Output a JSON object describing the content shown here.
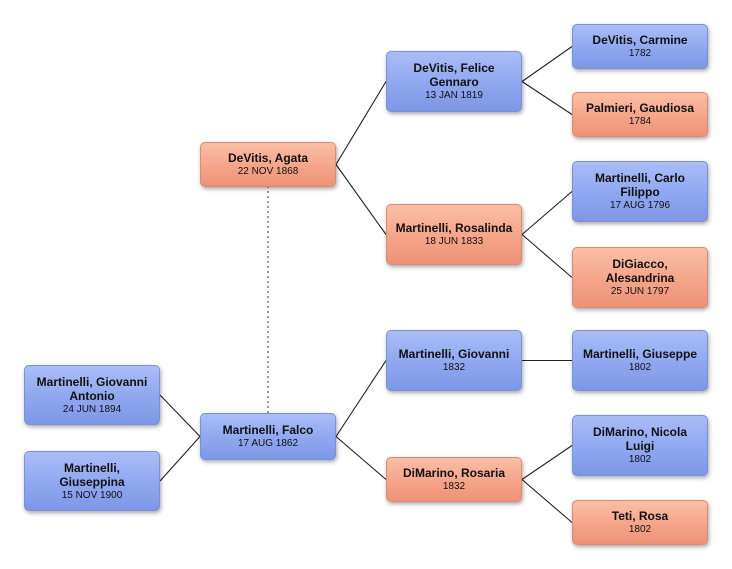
{
  "people": {
    "giovanni_antonio": {
      "name": "Martinelli, Giovanni Antonio",
      "date": "24 JUN 1894",
      "sex": "male"
    },
    "giuseppina": {
      "name": "Martinelli, Giuseppina",
      "date": "15 NOV 1900",
      "sex": "male"
    },
    "falco": {
      "name": "Martinelli, Falco",
      "date": "17 AUG 1862",
      "sex": "male"
    },
    "agata": {
      "name": "DeVitis, Agata",
      "date": "22 NOV 1868",
      "sex": "female"
    },
    "felice": {
      "name": "DeVitis, Felice Gennaro",
      "date": "13 JAN 1819",
      "sex": "male"
    },
    "rosalinda": {
      "name": "Martinelli, Rosalinda",
      "date": "18 JUN 1833",
      "sex": "female"
    },
    "giovanni": {
      "name": "Martinelli, Giovanni",
      "date": "1832",
      "sex": "male"
    },
    "rosaria": {
      "name": "DiMarino, Rosaria",
      "date": "1832",
      "sex": "female"
    },
    "carmine": {
      "name": "DeVitis, Carmine",
      "date": "1782",
      "sex": "male"
    },
    "gaudiosa": {
      "name": "Palmieri, Gaudiosa",
      "date": "1784",
      "sex": "female"
    },
    "carlo": {
      "name": "Martinelli, Carlo Filippo",
      "date": "17 AUG 1796",
      "sex": "male"
    },
    "alesandrina": {
      "name": "DiGiacco, Alesandrina",
      "date": "25 JUN 1797",
      "sex": "female"
    },
    "giuseppe": {
      "name": "Martinelli, Giuseppe",
      "date": "1802",
      "sex": "male"
    },
    "nicola": {
      "name": "DiMarino, Nicola Luigi",
      "date": "1802",
      "sex": "male"
    },
    "rosa": {
      "name": "Teti, Rosa",
      "date": "1802",
      "sex": "female"
    }
  },
  "relations": [
    {
      "from": "giovanni_antonio",
      "to": "falco",
      "kind": "parent"
    },
    {
      "from": "giuseppina",
      "to": "falco",
      "kind": "parent"
    },
    {
      "from": "falco",
      "to": "giovanni",
      "kind": "parent"
    },
    {
      "from": "falco",
      "to": "rosaria",
      "kind": "parent"
    },
    {
      "from": "agata",
      "to": "felice",
      "kind": "parent"
    },
    {
      "from": "agata",
      "to": "rosalinda",
      "kind": "parent"
    },
    {
      "from": "felice",
      "to": "carmine",
      "kind": "parent"
    },
    {
      "from": "felice",
      "to": "gaudiosa",
      "kind": "parent"
    },
    {
      "from": "rosalinda",
      "to": "carlo",
      "kind": "parent"
    },
    {
      "from": "rosalinda",
      "to": "alesandrina",
      "kind": "parent"
    },
    {
      "from": "giovanni",
      "to": "giuseppe",
      "kind": "parent"
    },
    {
      "from": "rosaria",
      "to": "nicola",
      "kind": "parent"
    },
    {
      "from": "rosaria",
      "to": "rosa",
      "kind": "parent"
    },
    {
      "from": "falco",
      "to": "agata",
      "kind": "spouse"
    }
  ],
  "colors": {
    "male": "#8ea7ef",
    "female": "#f5a489",
    "line": "#222222",
    "spouse_line": "#555555"
  }
}
